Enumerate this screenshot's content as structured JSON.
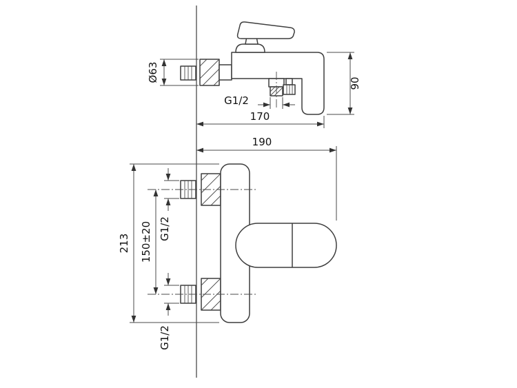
{
  "drawing": {
    "type": "technical-dimension-drawing",
    "subject": "wall-mounted bath shower mixer",
    "side_view": {
      "flange_diameter_label": "Ø63",
      "spout_thread_label": "G1/2",
      "depth_label": "170",
      "height_label": "90"
    },
    "front_view": {
      "width_label": "190",
      "overall_height_label": "213",
      "inlet_spacing_label": "150±20",
      "upper_thread_label": "G1/2",
      "lower_thread_label": "G1/2"
    }
  }
}
